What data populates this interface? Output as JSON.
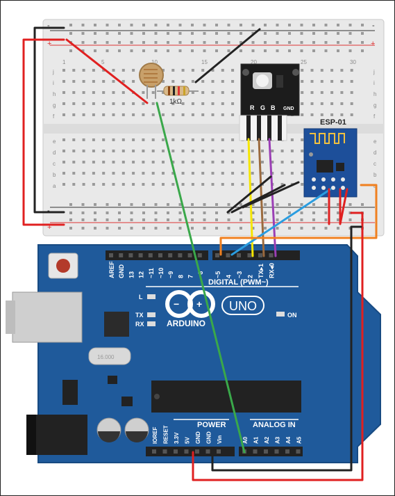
{
  "breadboard": {
    "rail_minus": "-",
    "rail_plus": "+",
    "column_numbers": [
      "1",
      "5",
      "10",
      "15",
      "20",
      "25",
      "30"
    ],
    "row_letters_top": [
      "j",
      "i",
      "h",
      "g",
      "f"
    ],
    "row_letters_bottom": [
      "e",
      "d",
      "c",
      "b",
      "a"
    ]
  },
  "resistor": {
    "label": "1kΩ"
  },
  "sensor_module": {
    "pin_labels": [
      "R",
      "G",
      "B",
      "GND"
    ]
  },
  "esp": {
    "label": "ESP-01"
  },
  "arduino": {
    "brand": "ARDUINO",
    "model": "UNO",
    "digital_label": "DIGITAL (PWM~)",
    "power_label": "POWER",
    "analog_label": "ANALOG IN",
    "on_label": "ON",
    "l_label": "L",
    "tx_label": "TX",
    "rx_label": "RX",
    "crystal_label": "16.000",
    "digital_pins": [
      "AREF",
      "GND",
      "13",
      "12",
      "~11",
      "~10",
      "~9",
      "8",
      "7",
      "~6",
      "~5",
      "4",
      "~3",
      "2",
      "TX▸1",
      "RX◂0"
    ],
    "power_pins": [
      "IOREF",
      "RESET",
      "3.3V",
      "5V",
      "GND",
      "GND",
      "Vin"
    ],
    "analog_pins": [
      "A0",
      "A1",
      "A2",
      "A3",
      "A4",
      "A5"
    ]
  },
  "colors": {
    "board": "#1f5a9b",
    "breadboard": "#e8e8e8",
    "wire_red": "#e02020",
    "wire_black": "#222222",
    "wire_green": "#3aa84a",
    "wire_yellow": "#f5e600",
    "wire_brown": "#9b6a3e",
    "wire_purple": "#9b3fb5",
    "wire_blue": "#2a9de0",
    "wire_orange": "#f08020"
  }
}
